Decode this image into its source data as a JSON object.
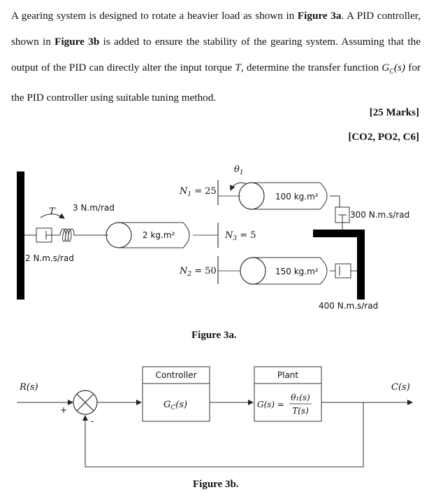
{
  "problem": {
    "t1": "A gearing system is designed to rotate a heavier load as shown in ",
    "b1": "Figure 3a",
    "t2": ". A PID controller, shown in ",
    "b2": "Figure 3b",
    "t3": " is added to ensure the stability of the gearing system. Assuming that the output of the PID can directly alter the input torque ",
    "torque_symbol": "T",
    "t4": ", determine the transfer function ",
    "gc_symbol": "G",
    "gc_sub": "C",
    "gc_arg": "(s)",
    "t5": " for the PID controller using suitable tuning method."
  },
  "marks": "[25 Marks]",
  "outcomes": "[CO2, PO2, C6]",
  "figure3a": {
    "caption": "Figure 3a.",
    "torque_label": "T",
    "spring_label": "3 N.m/rad",
    "damper_left_label": "2 N.m.s/rad",
    "inertia_1": "2 kg.m²",
    "n1_label": "N",
    "n1_sub": "1",
    "n1_value": " = 25",
    "n2_label": "N",
    "n2_sub": "2",
    "n2_value": " = 50",
    "n3_label": "N",
    "n3_sub": "3",
    "n3_value": " = 5",
    "theta_label": "θ",
    "theta_sub": "1",
    "inertia_top": "100 kg.m²",
    "inertia_bottom": "150 kg.m²",
    "damper_top_label": "300 N.m.s/rad",
    "damper_bottom_label": "400 N.m.s/rad"
  },
  "figure3b": {
    "caption": "Figure 3b.",
    "input_label": "R(s)",
    "output_label": "C(s)",
    "plus": "+",
    "minus": "-",
    "controller_title": "Controller",
    "controller_tf_main": "G",
    "controller_tf_sub": "C",
    "controller_tf_arg": "(s)",
    "plant_title": "Plant",
    "plant_lhs": "G(s) =",
    "plant_num": "θ₁(s)",
    "plant_den": "T(s)"
  }
}
